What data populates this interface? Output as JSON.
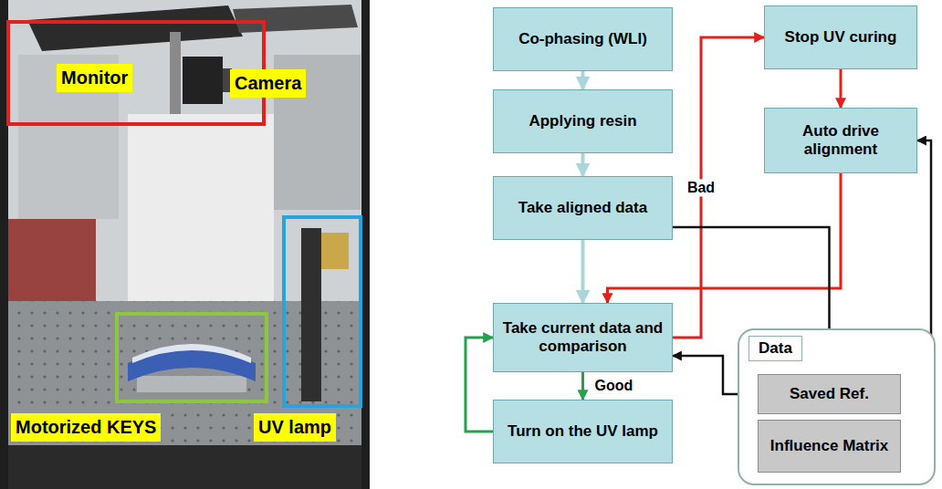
{
  "diagram": {
    "nodes": [
      {
        "text": [
          "Monitor"
        ]
      },
      {
        "text": [
          "Camera"
        ]
      },
      {
        "text": [
          "Motorized KEYS"
        ]
      },
      {
        "text": [
          "UV lamp"
        ]
      },
      {
        "text": [
          "Co-phasing (WLI)"
        ]
      },
      {
        "text": [
          "Applying resin"
        ]
      },
      {
        "text": [
          "Take aligned data"
        ]
      },
      {
        "text": [
          "Take current data and comparison"
        ]
      },
      {
        "text": [
          "Turn on the UV lamp"
        ]
      },
      {
        "text": [
          "Stop UV curing"
        ]
      },
      {
        "text": [
          "Auto drive alignment"
        ]
      },
      {
        "text": [
          "Data"
        ]
      },
      {
        "text": [
          "Saved Ref."
        ],
        "in": 11
      },
      {
        "text": [
          "Influence Matrix"
        ],
        "in": 11
      }
    ],
    "edges": [
      {
        "from": 4,
        "to": 5,
        "arrow": "to"
      },
      {
        "from": 5,
        "to": 6,
        "arrow": "to"
      },
      {
        "from": 6,
        "to": 7,
        "arrow": "to"
      },
      {
        "from": 7,
        "to": 8,
        "label": "Good",
        "arrow": "to"
      },
      {
        "from": 8,
        "to": 7,
        "arrow": "to"
      },
      {
        "from": 7,
        "to": 9,
        "label": "Bad",
        "arrow": "to"
      },
      {
        "from": 9,
        "to": 10,
        "arrow": "to"
      },
      {
        "from": 10,
        "to": 7,
        "arrow": "to"
      },
      {
        "from": 6,
        "to": 12,
        "arrow": "to"
      },
      {
        "from": 12,
        "to": 7,
        "arrow": "to"
      },
      {
        "from": 13,
        "to": 10,
        "arrow": "to"
      }
    ]
  }
}
